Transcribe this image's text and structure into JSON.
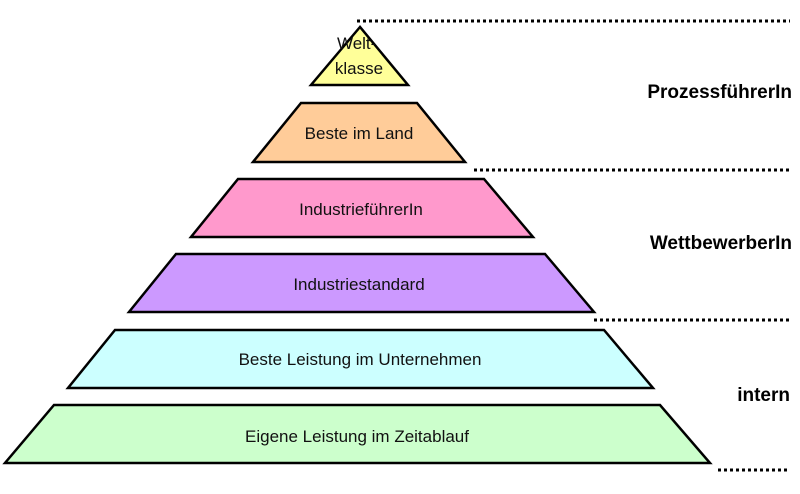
{
  "pyramid": {
    "tiers": [
      {
        "lines": [
          "Welt-",
          "klasse"
        ],
        "color": "#ffff99"
      },
      {
        "lines": [
          "Beste im Land"
        ],
        "color": "#ffcc99"
      },
      {
        "lines": [
          "IndustrieführerIn"
        ],
        "color": "#ff99cc"
      },
      {
        "lines": [
          "Industriestandard"
        ],
        "color": "#cc99ff"
      },
      {
        "lines": [
          "Beste Leistung im Unternehmen"
        ],
        "color": "#ccffff"
      },
      {
        "lines": [
          "Eigene Leistung im Zeitablauf"
        ],
        "color": "#ccffcc"
      }
    ]
  },
  "groups": [
    {
      "label": "ProzessführerIn"
    },
    {
      "label": "WettbewerberIn"
    },
    {
      "label": "intern"
    }
  ]
}
